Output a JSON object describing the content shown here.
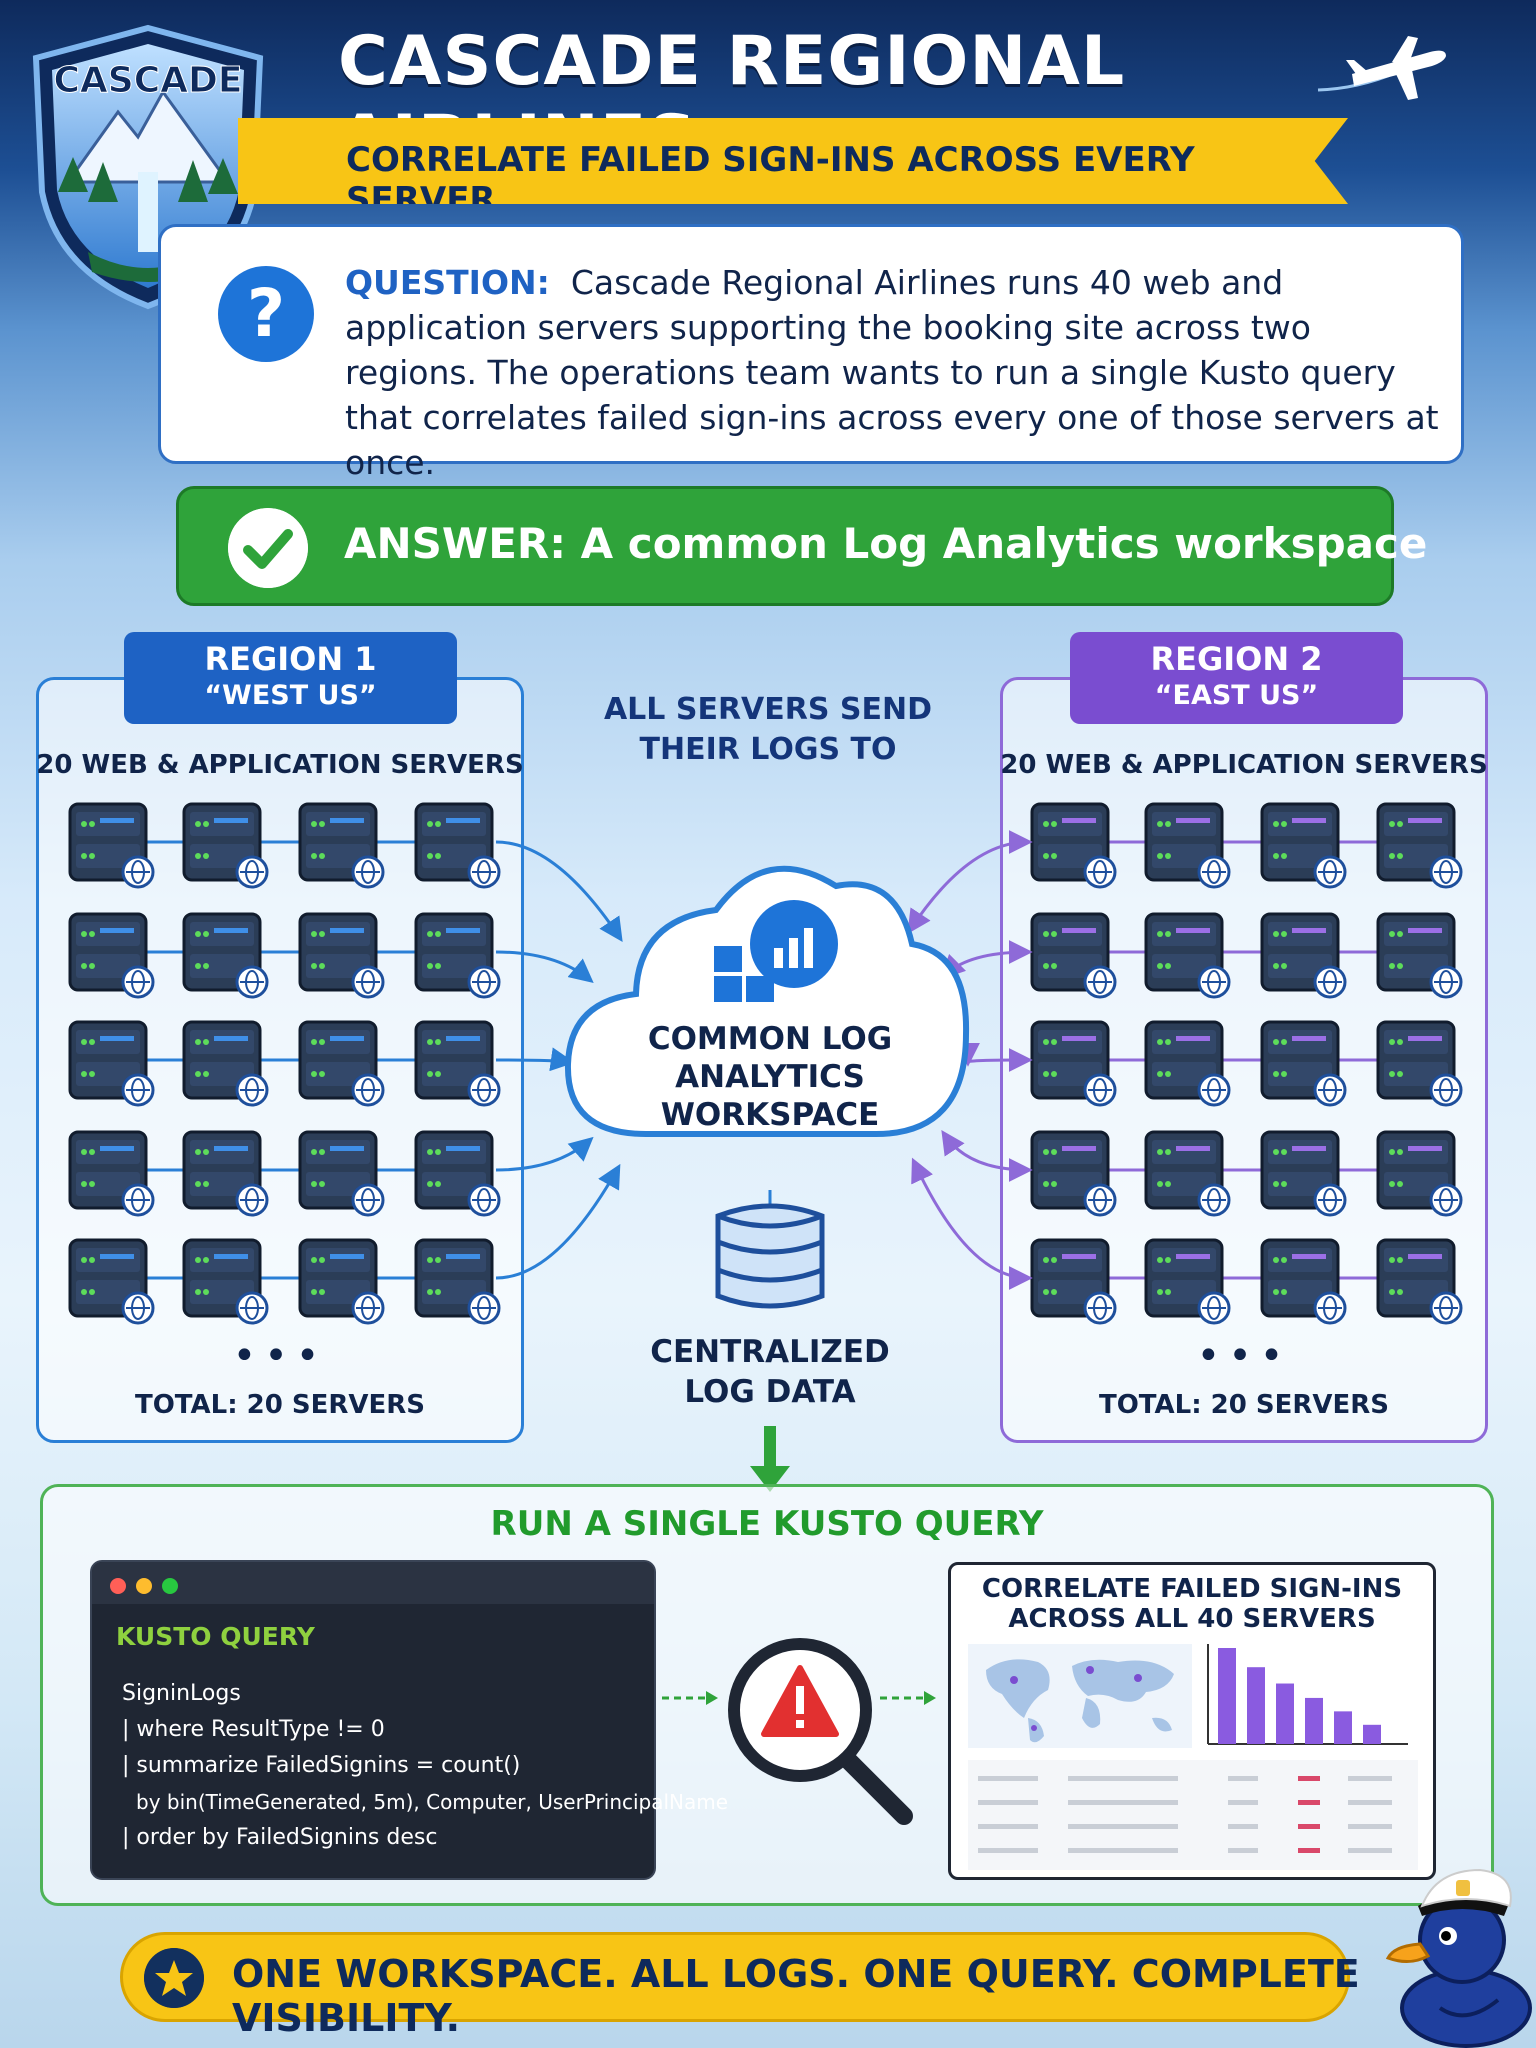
{
  "header": {
    "badge_text": "CASCADE",
    "title": "CASCADE REGIONAL AIRLINES",
    "banner": "CORRELATE FAILED SIGN-INS ACROSS EVERY SERVER"
  },
  "question": {
    "label": "QUESTION:",
    "text": "Cascade Regional Airlines runs 40 web and application servers supporting the booking site across two regions. The operations team wants to run a single Kusto query that correlates failed sign-ins across every one of those servers at once."
  },
  "answer": {
    "text": "ANSWER:  A common Log Analytics workspace"
  },
  "regions": [
    {
      "name": "REGION 1",
      "location": "“WEST US”",
      "subtitle": "20 WEB & APPLICATION SERVERS",
      "total": "TOTAL: 20 SERVERS",
      "color": "#2a7fd6",
      "accent": "#3f8fe8"
    },
    {
      "name": "REGION 2",
      "location": "“EAST US”",
      "subtitle": "20 WEB & APPLICATION SERVERS",
      "total": "TOTAL: 20 SERVERS",
      "color": "#8e6ad8",
      "accent": "#9b6fe6"
    }
  ],
  "middle": {
    "send_line1": "ALL SERVERS SEND",
    "send_line2": "THEIR LOGS TO",
    "cloud_line1": "COMMON LOG",
    "cloud_line2": "ANALYTICS",
    "cloud_line3": "WORKSPACE",
    "central_line1": "CENTRALIZED",
    "central_line2": "LOG DATA"
  },
  "query": {
    "section_title": "RUN A SINGLE KUSTO QUERY",
    "terminal_title": "KUSTO QUERY",
    "lines": [
      "SigninLogs",
      "| where ResultType != 0",
      "| summarize FailedSignins = count()",
      "by bin(TimeGenerated, 5m), Computer, UserPrincipalName",
      "| order by FailedSignins desc"
    ],
    "result_line1": "CORRELATE FAILED SIGN-INS",
    "result_line2": "ACROSS ALL 40 SERVERS",
    "result_bars": [
      1.0,
      0.8,
      0.63,
      0.48,
      0.34,
      0.2
    ]
  },
  "footer": {
    "text": "ONE WORKSPACE. ALL LOGS. ONE QUERY. COMPLETE VISIBILITY."
  },
  "colors": {
    "navy": "#0e2a5c",
    "yellow": "#f8c515",
    "green": "#2fa33a",
    "blue": "#1e62c4",
    "purple": "#7a4dd0"
  }
}
